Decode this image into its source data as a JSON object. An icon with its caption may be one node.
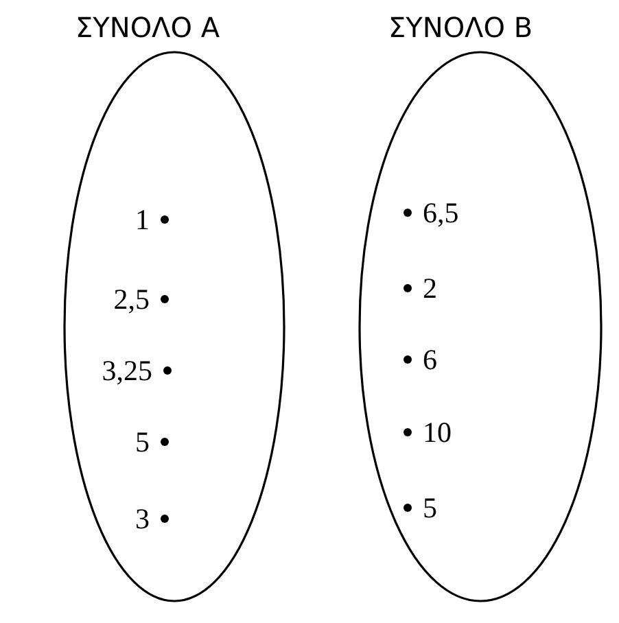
{
  "diagram": {
    "nodes": [
      {
        "text": [
          "ΣΥΝΟΛΟ Α"
        ]
      },
      {
        "text": [
          "1"
        ],
        "in": 0
      },
      {
        "text": [
          "2,5"
        ],
        "in": 0
      },
      {
        "text": [
          "3,25"
        ],
        "in": 0
      },
      {
        "text": [
          "5"
        ],
        "in": 0
      },
      {
        "text": [
          "3"
        ],
        "in": 0
      },
      {
        "text": [
          "ΣΥΝΟΛΟ Β"
        ]
      },
      {
        "text": [
          "6,5"
        ],
        "in": 6
      },
      {
        "text": [
          "2"
        ],
        "in": 6
      },
      {
        "text": [
          "6"
        ],
        "in": 6
      },
      {
        "text": [
          "10"
        ],
        "in": 6
      },
      {
        "text": [
          "5"
        ],
        "in": 6
      }
    ],
    "edges": []
  }
}
